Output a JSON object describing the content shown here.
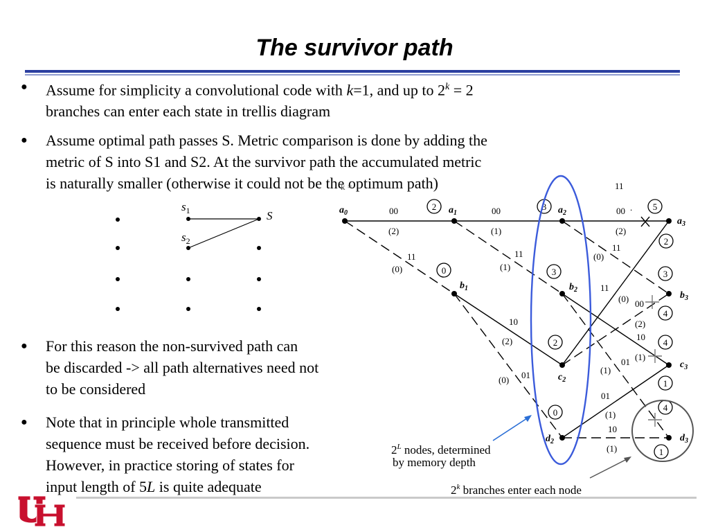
{
  "slide": {
    "title": "The survivor path"
  },
  "bullets": [
    {
      "parts": [
        "Assume for simplicity a convolutional code with ",
        "k",
        "=1, and up to 2",
        "k",
        " = 2",
        "branches can enter each state in trellis diagram"
      ]
    },
    {
      "lines": [
        "Assume optimal path passes S. Metric comparison is done by adding the",
        "metric of S into S1 and S2. At the survivor path the accumulated metric",
        "is naturally smaller (otherwise it could not be the optimum path)"
      ]
    },
    {
      "lines": [
        "For this reason the non-survived path can",
        "be discarded -> all path alternatives need not",
        "to be considered"
      ]
    },
    {
      "lines": [
        "Note that in principle whole transmitted",
        "sequence must be received before decision.",
        "However, in practice storing of states for"
      ],
      "last_prefix": "input length of 5",
      "last_italic": "L",
      "last_suffix": " is quite adequate"
    }
  ],
  "small_diagram": {
    "s1": "s",
    "s1_sub": "1",
    "s2": "s",
    "s2_sub": "2",
    "s": "S"
  },
  "trellis": {
    "nodes": {
      "a0": "a",
      "a0_sub": "0",
      "a1": "a",
      "a1_sub": "1",
      "a2": "a",
      "a2_sub": "2",
      "a3": "a",
      "a3_sub": "3",
      "b1": "b",
      "b1_sub": "1",
      "b2": "b",
      "b2_sub": "2",
      "b3": "b",
      "b3_sub": "3",
      "c2": "c",
      "c2_sub": "2",
      "c3": "c",
      "c3_sub": "3",
      "d2": "d",
      "d2_sub": "2",
      "d3": "d",
      "d3_sub": "3"
    },
    "branch_codes": {
      "a0a1": "00",
      "a0a1_dist": "(2)",
      "a1a2": "00",
      "a1a2_dist": "(1)",
      "a2a3": "00",
      "a2a3_dist": "(2)",
      "a0b1": "11",
      "a0b1_dist": "(0)",
      "a1b2": "11",
      "a1b2_dist": "(1)",
      "a2b3": "11",
      "a2b3_dist": "(0)",
      "b1c2": "10",
      "b1c2_dist": "(2)",
      "b1d2": "01",
      "b1d2_dist": "(0)",
      "b2a3": "11",
      "b2a3_dist": "(0)",
      "b2b3": "00",
      "b2b3_dist": "(2)",
      "c2c3": "10",
      "c2c3_dist": "(1)",
      "b2c3": "01",
      "b2c3_dist": "(1)",
      "d2c3": "01",
      "d2c3_dist": "(1)",
      "d2d3": "10",
      "d2d3_dist": "(1)",
      "top_a3": "11",
      "top_k": "k = ",
      "top_dot": "."
    },
    "metrics": {
      "a1": "2",
      "a2": "3",
      "a3": "5",
      "b1": "0",
      "b2": "3",
      "b3a": "3",
      "b3b": "4",
      "c2": "2",
      "c3a": "4",
      "c3b": "1",
      "d2": "0",
      "d3a": "4",
      "d3b": "1",
      "a3_low": "2"
    }
  },
  "annotations": {
    "nodes_prefix": "2",
    "nodes_sup": "L",
    "nodes_line1": " nodes, determined",
    "nodes_line2": "by memory depth",
    "branches_prefix": "2",
    "branches_sup": "k",
    "branches_text": " branches enter each node"
  },
  "colors": {
    "title_rule": "#2b3fa0",
    "ellipse": "#3b5bdb",
    "arrow": "#2b6fd6",
    "logo_red": "#c8102e"
  }
}
